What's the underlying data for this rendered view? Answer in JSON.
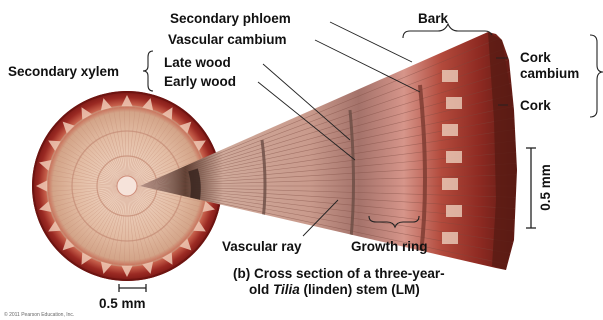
{
  "labels": {
    "secondary_phloem": "Secondary phloem",
    "vascular_cambium": "Vascular cambium",
    "secondary_xylem": "Secondary xylem",
    "late_wood": "Late wood",
    "early_wood": "Early wood",
    "bark": "Bark",
    "cork_cambium_1": "Cork",
    "cork_cambium_2": "cambium",
    "cork": "Cork",
    "vascular_ray": "Vascular ray",
    "growth_ring": "Growth ring"
  },
  "caption": {
    "prefix": "(b)",
    "line1": "Cross section of a three-year-",
    "line2_a": "old ",
    "line2_italic": "Tilia",
    "line2_b": " (linden) stem (LM)"
  },
  "scale": {
    "left": "0.5 mm",
    "right": "0.5 mm"
  },
  "copyright": "© 2011 Pearson Education, Inc.",
  "colors": {
    "text": "#111111",
    "bark": "#8a1f1c",
    "wood": "#d9b7a0",
    "phloem": "#b54a3a",
    "leader": "#222222"
  }
}
